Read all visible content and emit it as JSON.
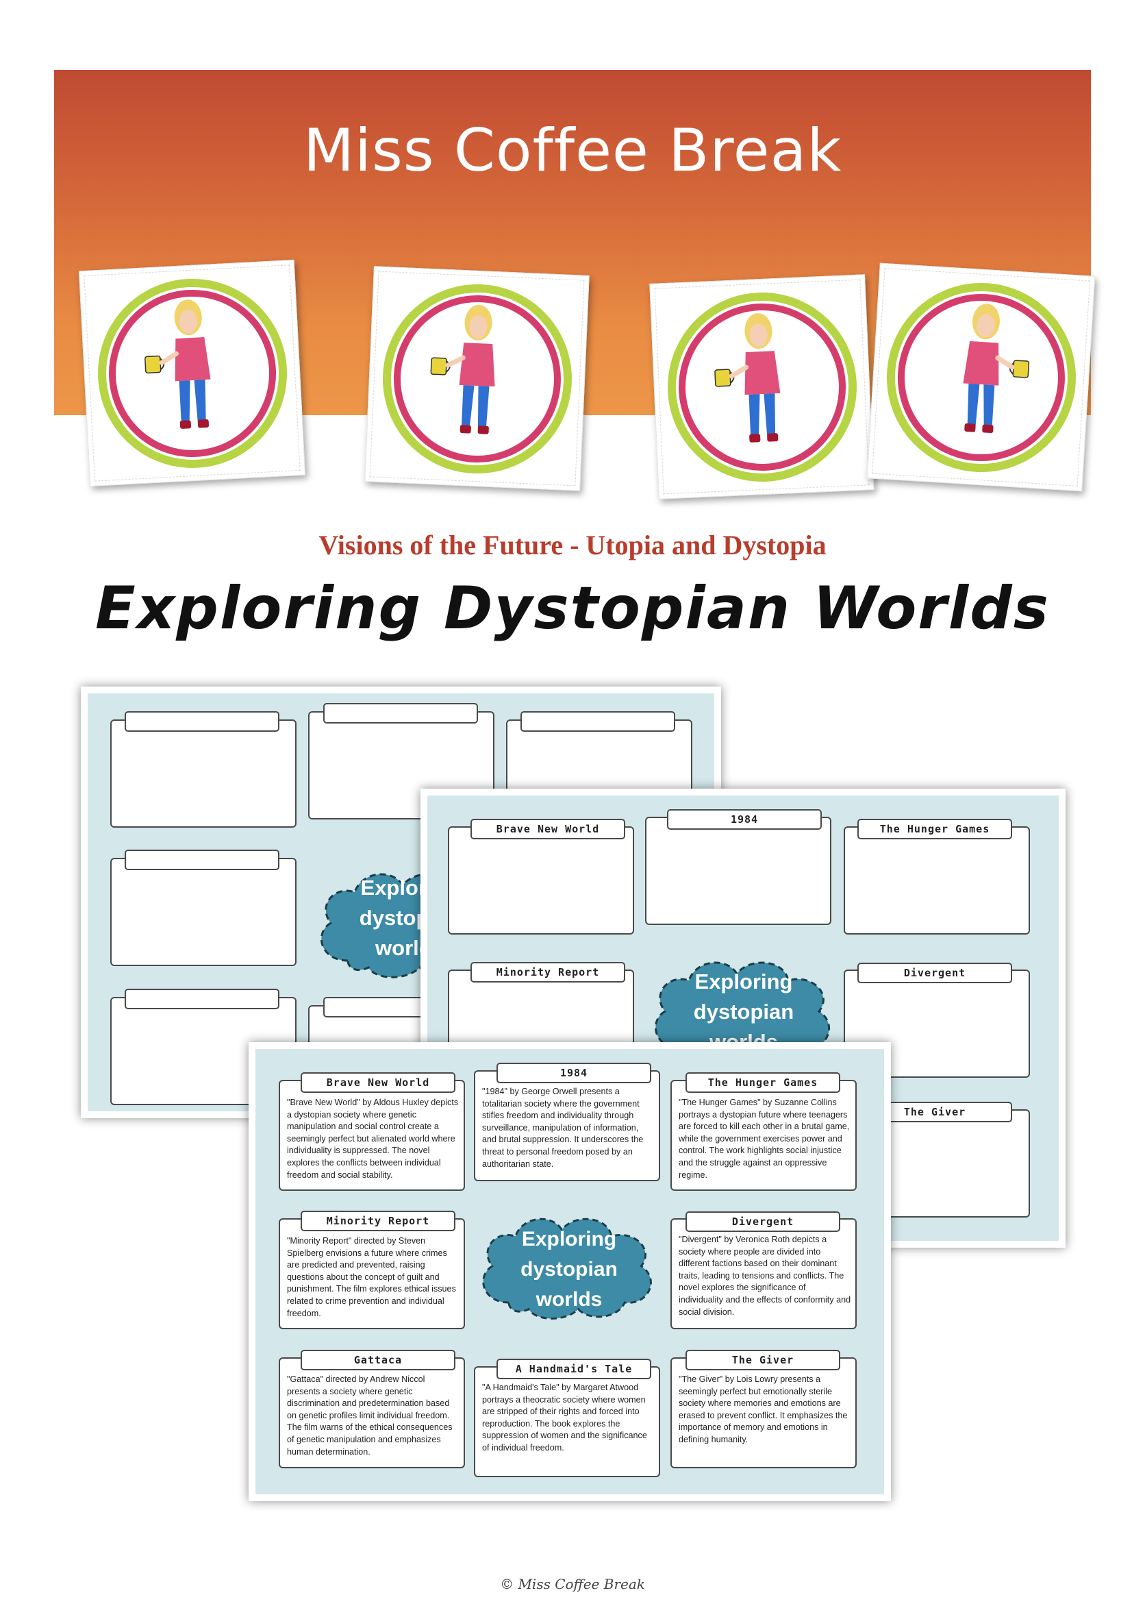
{
  "brand": {
    "name": "Miss Coffee Break"
  },
  "stickers": {
    "count": 4,
    "signature": "© Miss Coffee Break"
  },
  "titles": {
    "subtitle": "Visions of the Future - Utopia and Dystopia",
    "main": "Exploring Dystopian Worlds"
  },
  "worksheet": {
    "cloud_text": [
      "Exploring",
      "dystopian",
      "worlds"
    ],
    "titles": {
      "brave": "Brave New World",
      "nineteen": "1984",
      "hunger": "The Hunger Games",
      "minority": "Minority Report",
      "divergent": "Divergent",
      "gattaca": "Gattaca",
      "handmaid": "A Handmaid's Tale",
      "giver": "The Giver"
    },
    "descriptions": {
      "brave": "\"Brave New World\" by Aldous Huxley depicts a dystopian society where genetic manipulation and social control create a seemingly perfect but alienated world where individuality is suppressed. The novel explores the conflicts between individual freedom and social stability.",
      "nineteen": "\"1984\" by George Orwell presents a totalitarian society where the government stifles freedom and individuality through surveillance, manipulation of information, and brutal suppression. It underscores the threat to personal freedom posed by an authoritarian state.",
      "hunger": "\"The Hunger Games\" by Suzanne Collins portrays a dystopian future where teenagers are forced to kill each other in a brutal game, while the government exercises power and control. The work highlights social injustice and the struggle against an oppressive regime.",
      "minority": "\"Minority Report\" directed by Steven Spielberg envisions a future where crimes are predicted and prevented, raising questions about the concept of guilt and punishment. The film explores ethical issues related to crime prevention and individual freedom.",
      "divergent": "\"Divergent\" by Veronica Roth depicts a society where people are divided into different factions based on their dominant traits, leading to tensions and conflicts. The novel explores the significance of individuality and the effects of conformity and social division.",
      "gattaca": "\"Gattaca\" directed by Andrew Niccol presents a society where genetic discrimination and predetermination based on genetic profiles limit individual freedom. The film warns of the ethical consequences of genetic manipulation and emphasizes human determination.",
      "handmaid": "\"A Handmaid's Tale\" by Margaret Atwood portrays a theocratic society where women are stripped of their rights and forced into reproduction. The book explores the suppression of women and the significance of individual freedom.",
      "giver": "\"The Giver\" by Lois Lowry presents a seemingly perfect but emotionally sterile society where memories and emotions are erased to prevent conflict. It emphasizes the importance of memory and emotions in defining humanity."
    }
  },
  "footer": {
    "copyright": "© Miss Coffee Break"
  },
  "colors": {
    "banner_top": "#c04a32",
    "banner_bottom": "#ec9648",
    "subtitle": "#b83d2c",
    "sheet_bg": "#d4e8ec",
    "cloud": "#3d8ba6",
    "ring_outer": "#b6d443",
    "ring_inner": "#d43d6b"
  }
}
